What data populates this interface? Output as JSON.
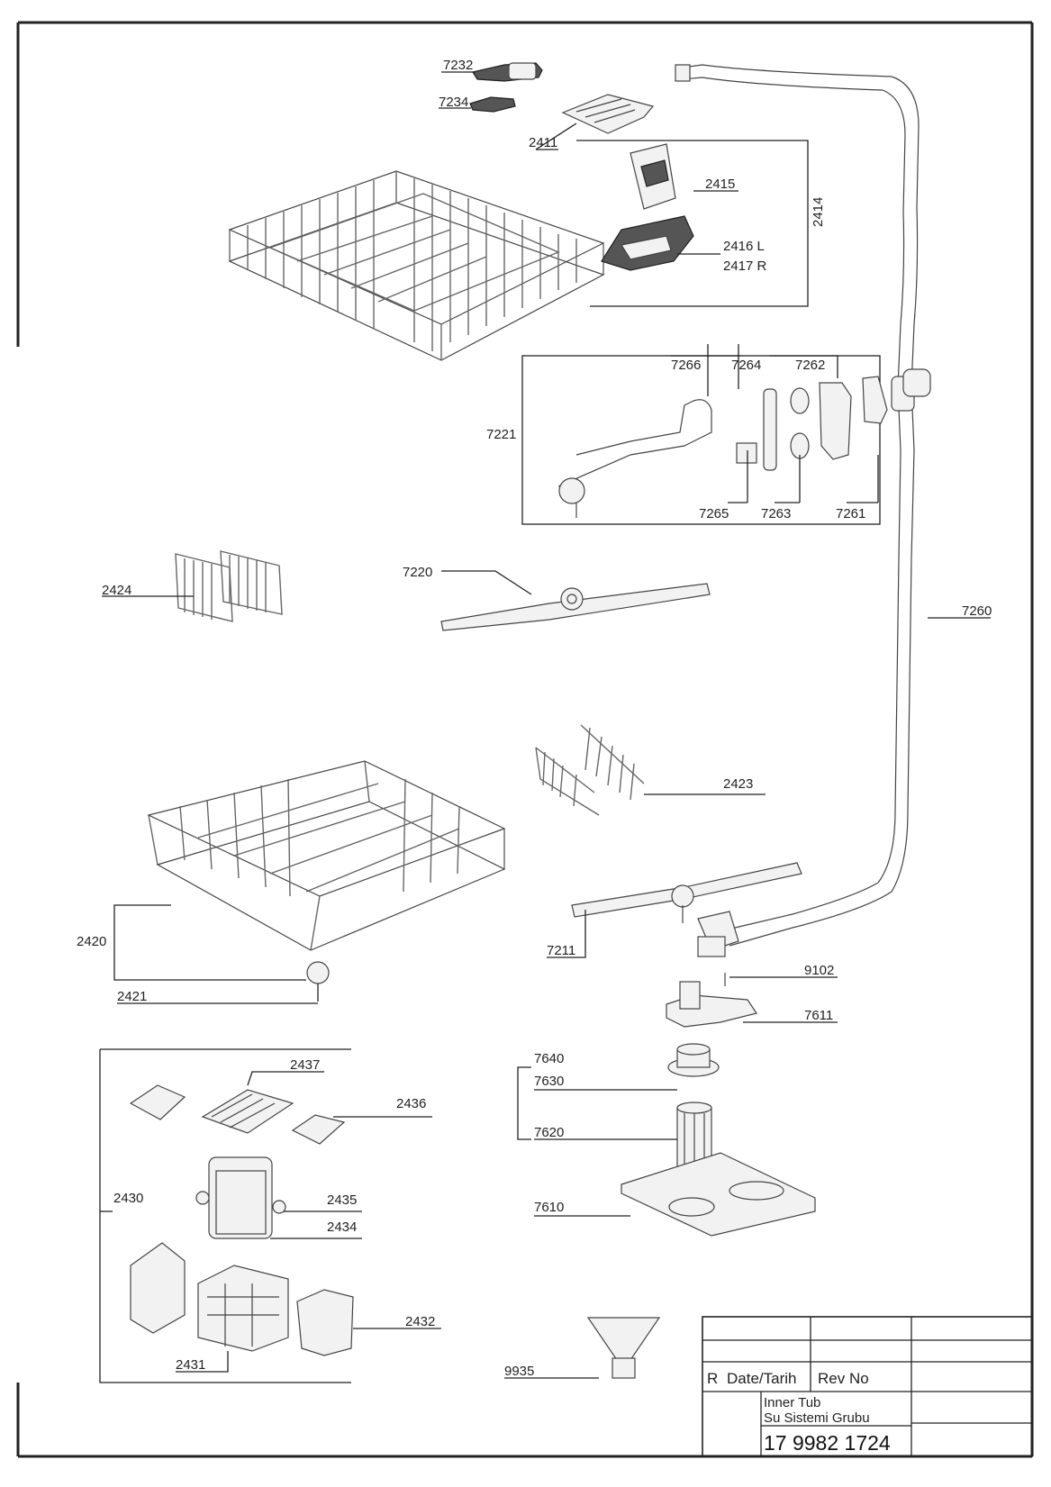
{
  "parts": {
    "p7232": "7232",
    "p7234": "7234",
    "p2411": "2411",
    "p2415": "2415",
    "p2414": "2414",
    "p2416": "2416 L",
    "p2417": "2417 R",
    "p7266": "7266",
    "p7264": "7264",
    "p7262": "7262",
    "p7221": "7221",
    "p7265": "7265",
    "p7263": "7263",
    "p7261": "7261",
    "p2424": "2424",
    "p7220": "7220",
    "p7260": "7260",
    "p2423": "2423",
    "p2420": "2420",
    "p7211": "7211",
    "p2421": "2421",
    "p9102": "9102",
    "p7611": "7611",
    "p2437": "2437",
    "p2436": "2436",
    "p7640": "7640",
    "p7630": "7630",
    "p7620": "7620",
    "p2430": "2430",
    "p2435": "2435",
    "p2434": "2434",
    "p7610": "7610",
    "p2432": "2432",
    "p2431": "2431",
    "p9935": "9935"
  },
  "title_block": {
    "rev_r": "R",
    "date_label": "Date/Tarih",
    "rev_no_label": "Rev No",
    "title_line1": "Inner Tub",
    "title_line2": "Su Sistemi Grubu",
    "drawing_number": "17 9982 1724"
  },
  "colors": {
    "line": "#222222",
    "part_fill": "#f2f2f2",
    "dark_part": "#555555"
  }
}
